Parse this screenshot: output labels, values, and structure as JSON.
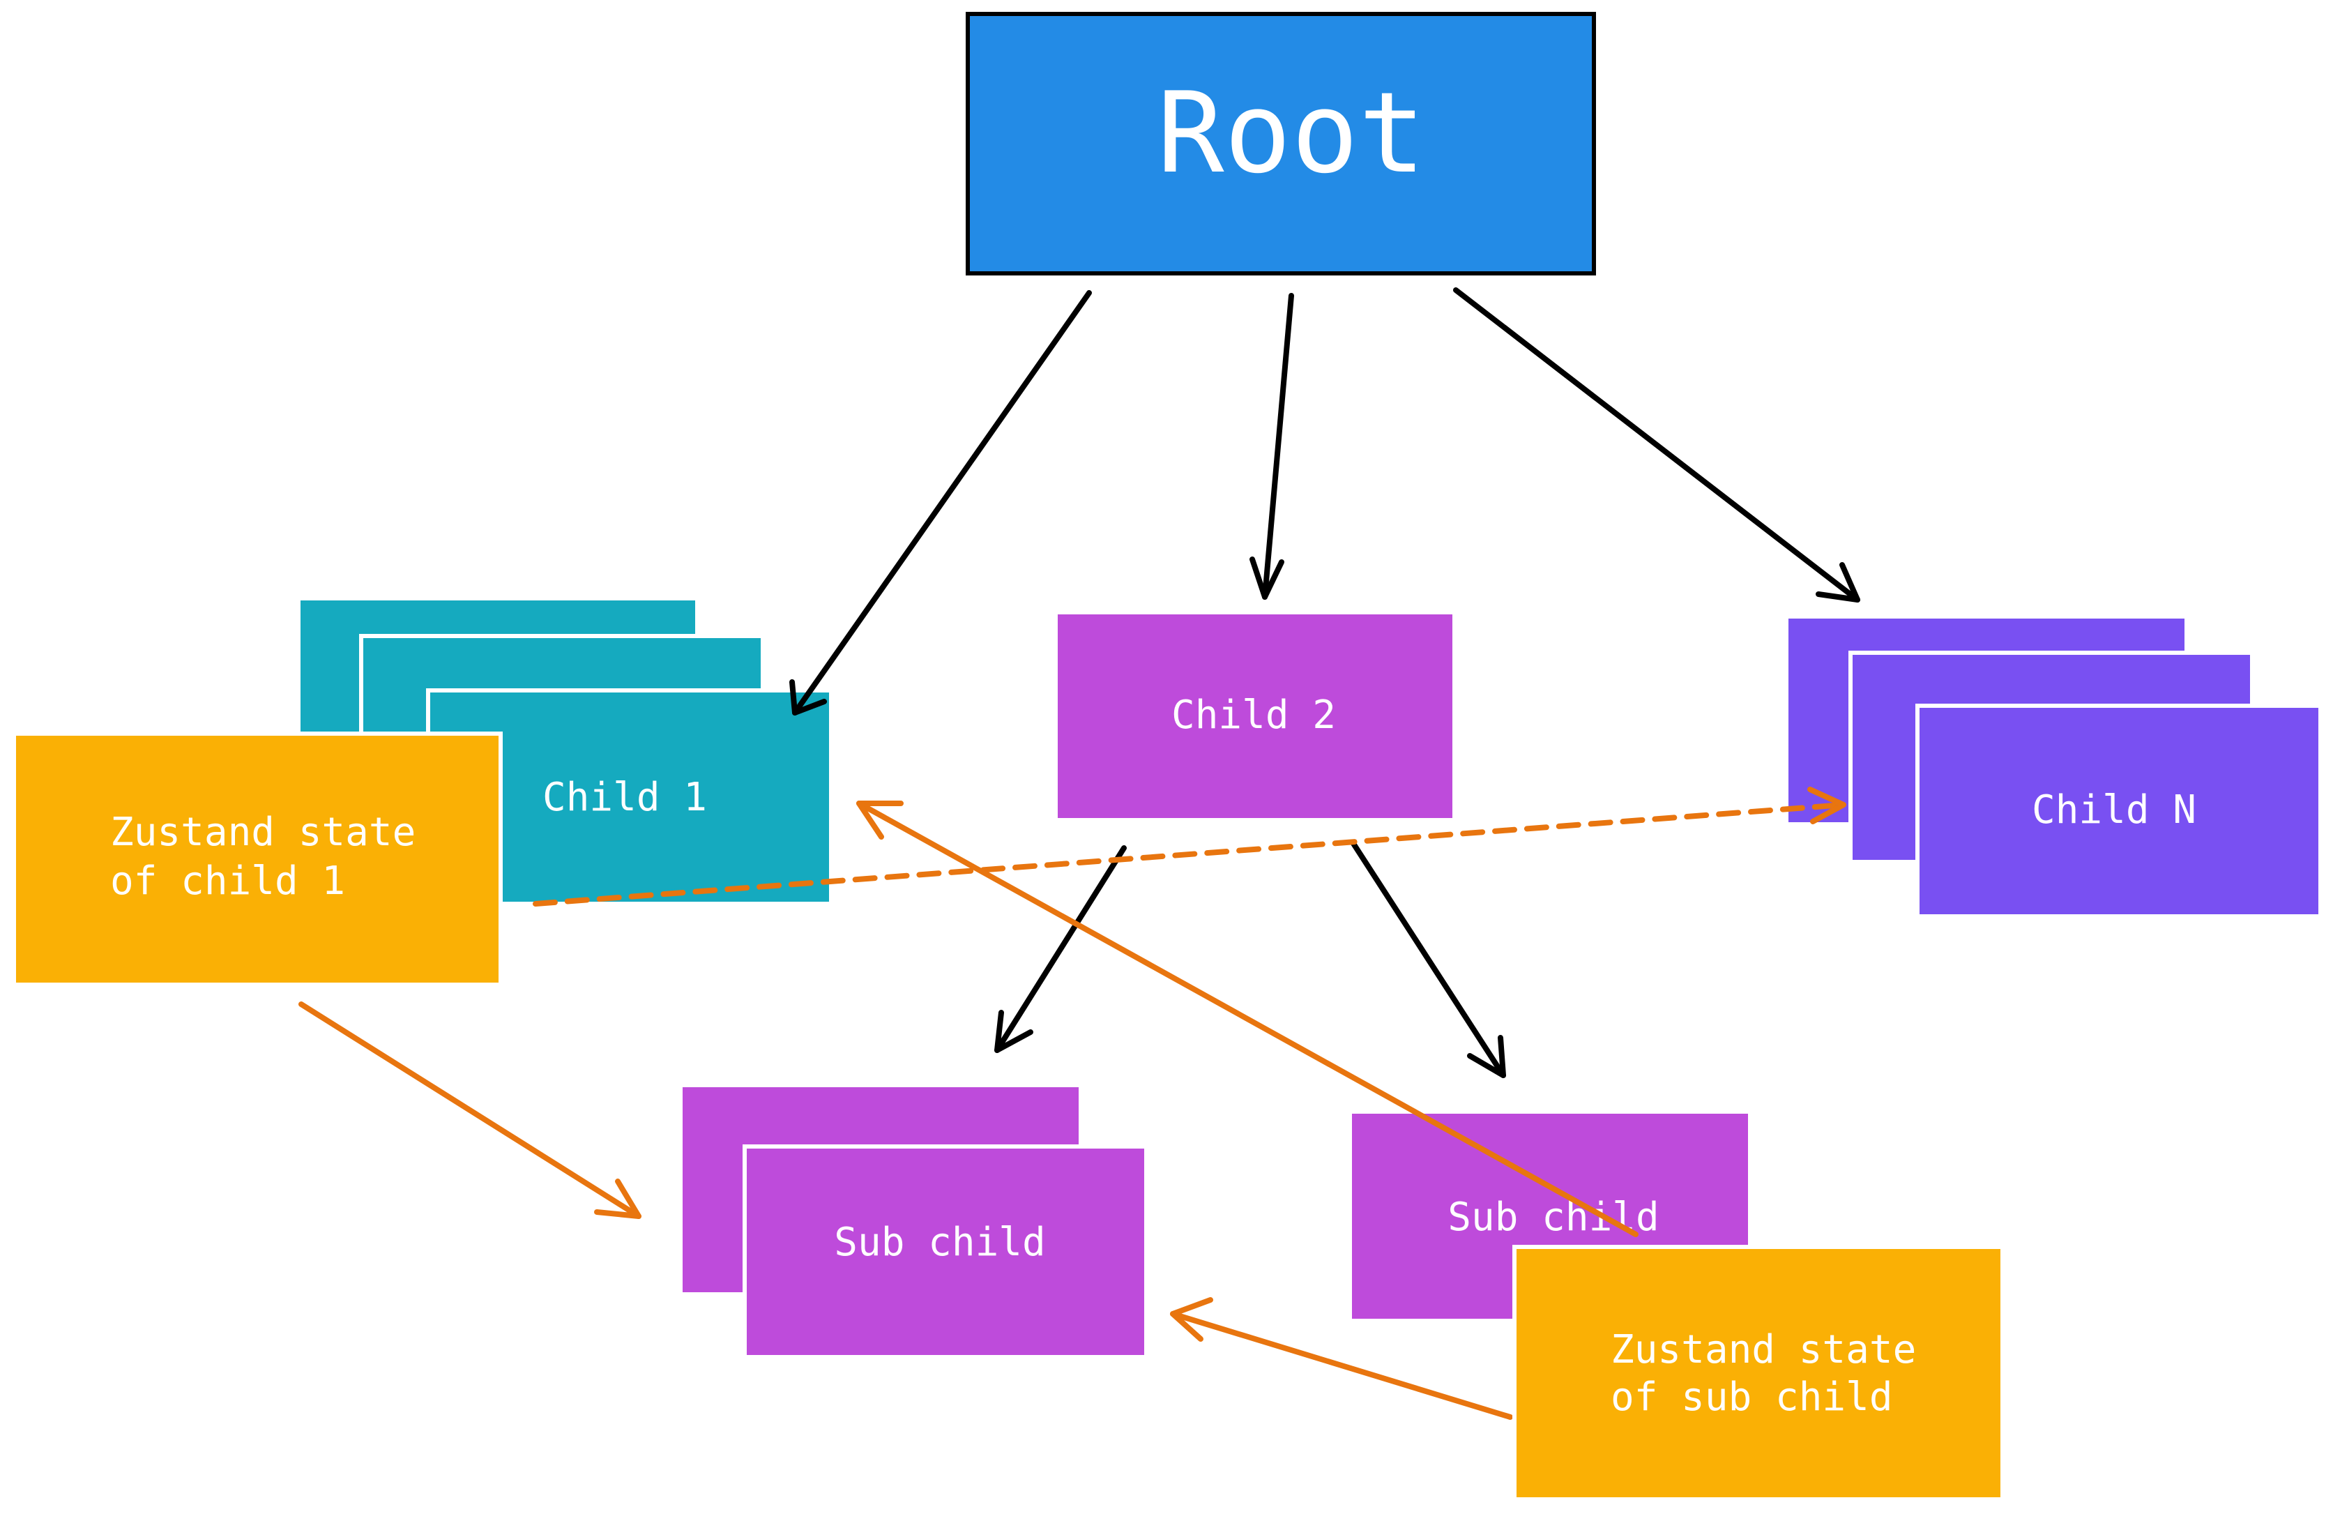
{
  "nodes": {
    "root": {
      "label": "Root",
      "color": "#238BE6"
    },
    "child1": {
      "label": "Child 1",
      "color": "#15AABF"
    },
    "child2": {
      "label": "Child 2",
      "color": "#BE4BDB"
    },
    "childN": {
      "label": "Child N",
      "color": "#7950F2"
    },
    "subchild_left": {
      "label": "Sub child",
      "color": "#BE4BDB"
    },
    "subchild_right": {
      "label": "Sub child",
      "color": "#BE4BDB"
    },
    "state_child1": {
      "line1": "Zustand state",
      "line2": "of child 1",
      "color": "#FAB005"
    },
    "state_subchild": {
      "line1": "Zustand state",
      "line2": "of sub child",
      "color": "#FAB005"
    }
  },
  "edges": {
    "hierarchy_color": "#000000",
    "state_flow_color": "#E8750F"
  }
}
